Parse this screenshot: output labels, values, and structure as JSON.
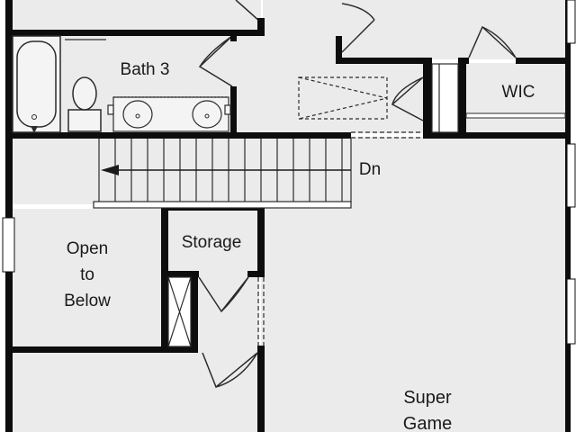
{
  "colors": {
    "floor": "#ebebeb",
    "wall": "#0d0d0d",
    "line": "#2b2b2b",
    "fixture": "#f4f4f4",
    "window": "#ffffff",
    "page": "#ffffff"
  },
  "rooms": {
    "bath3": "Bath 3",
    "wic": "WIC",
    "storage": "Storage",
    "open_to_below": [
      "Open",
      "to",
      "Below"
    ],
    "super_game": [
      "Super",
      "Game"
    ]
  },
  "stairs": {
    "direction_label": "Dn"
  }
}
